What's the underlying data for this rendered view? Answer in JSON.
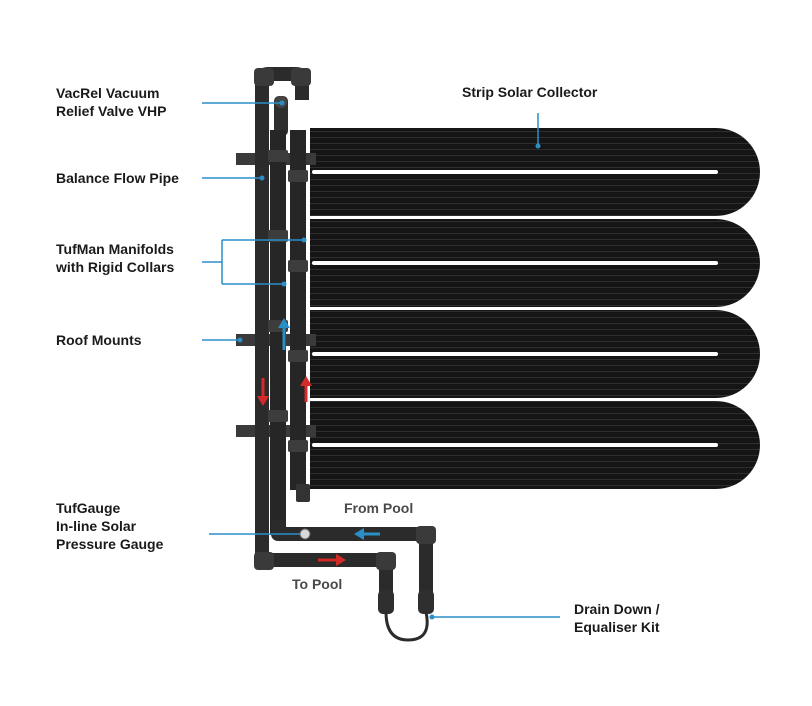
{
  "labels": {
    "vacrel": {
      "line1": "VacRel Vacuum",
      "line2": "Relief Valve VHP"
    },
    "collector": "Strip Solar Collector",
    "balance_pipe": "Balance Flow Pipe",
    "manifolds": {
      "line1": "TufMan Manifolds",
      "line2": "with Rigid Collars"
    },
    "roof_mounts": "Roof Mounts",
    "gauge": {
      "line1": "TufGauge",
      "line2": "In-line Solar",
      "line3": "Pressure Gauge"
    },
    "drain": {
      "line1": "Drain Down /",
      "line2": "Equaliser Kit"
    },
    "from_pool": "From Pool",
    "to_pool": "To Pool"
  },
  "colors": {
    "pipe": "#2b2b2b",
    "collector": "#161616",
    "leader": "#2a8fc7",
    "flow_out": "#d42a2a",
    "flow_in": "#2a8fc7"
  }
}
